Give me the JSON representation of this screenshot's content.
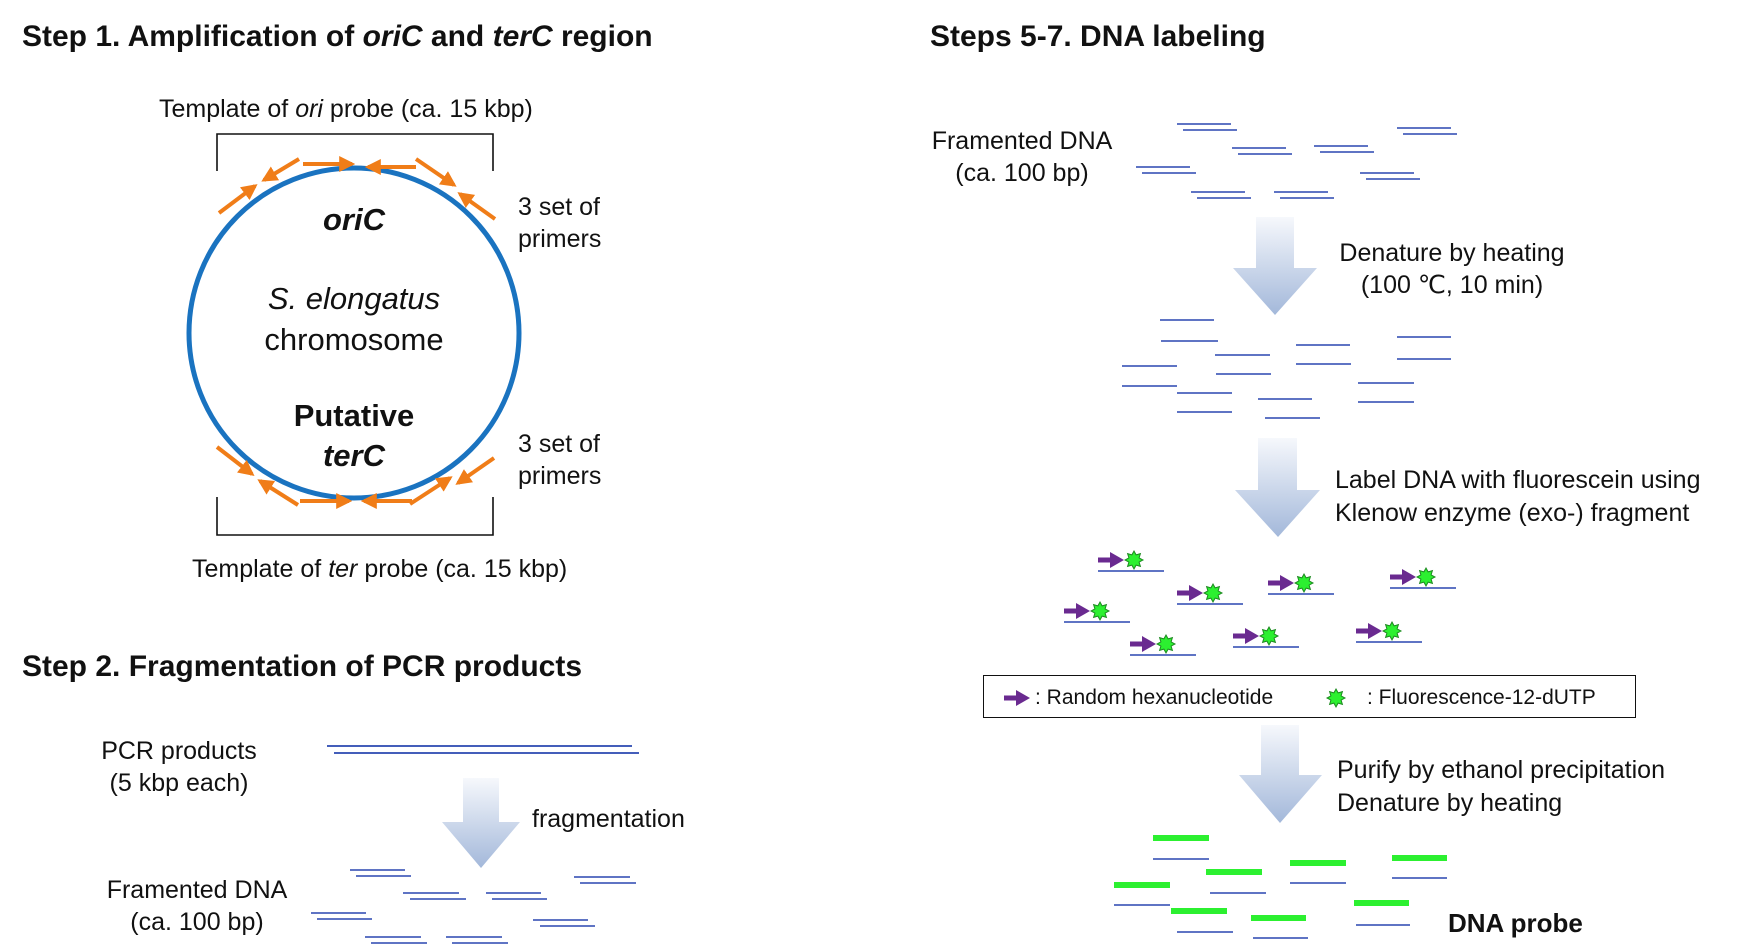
{
  "step1": {
    "title_a": "Step 1. Amplification of ",
    "title_b": "oriC",
    "title_c": " and ",
    "title_d": "terC",
    "title_e": " region",
    "ori_template_a": "Template of ",
    "ori_template_b": "ori",
    "ori_template_c": " probe (ca. 15 kbp)",
    "ter_template_a": "Template of ",
    "ter_template_b": "ter",
    "ter_template_c": " probe (ca. 15 kbp)",
    "primers_top_1": "3 set of",
    "primers_top_2": "primers",
    "primers_bottom_1": "3 set of",
    "primers_bottom_2": "primers",
    "oric_label": "oriC",
    "species": "S. elongatus",
    "chromosome": "chromosome",
    "putative": "Putative",
    "terc_label": "terC"
  },
  "step2": {
    "title": "Step 2. Fragmentation of PCR products",
    "pcr_1": "PCR products",
    "pcr_2": "(5 kbp each)",
    "action": "fragmentation",
    "frag_1": "Framented DNA",
    "frag_2": "(ca. 100 bp)"
  },
  "step57": {
    "title": "Steps 5-7. DNA labeling",
    "frag_1": "Framented DNA",
    "frag_2": "(ca. 100 bp)",
    "denature_1": "Denature by heating",
    "denature_2": "(100 ℃, 10 min)",
    "label_1": "Label DNA with fluorescein using",
    "label_2": "Klenow enzyme (exo-) fragment",
    "legend_hexamer": ": Random hexanucleotide",
    "legend_dutp": ": Fluorescence-12-dUTP",
    "purify_1": "Purify by ethanol precipitation",
    "purify_2": "Denature by heating",
    "probe": "DNA probe"
  },
  "colors": {
    "chromosome": "#1a73c0",
    "primer": "#f07d18",
    "dna_strand": "#2a47b0",
    "hexamer": "#6a2a90",
    "fluorescein": "#2cf030",
    "probe": "#2cf030",
    "arrow_top": "#f6f8fc",
    "arrow_bottom": "#a3b8da"
  },
  "icons": {
    "process_arrow": "down-arrow-icon",
    "hexamer": "right-arrow-icon",
    "fluorescein": "star-icon"
  }
}
